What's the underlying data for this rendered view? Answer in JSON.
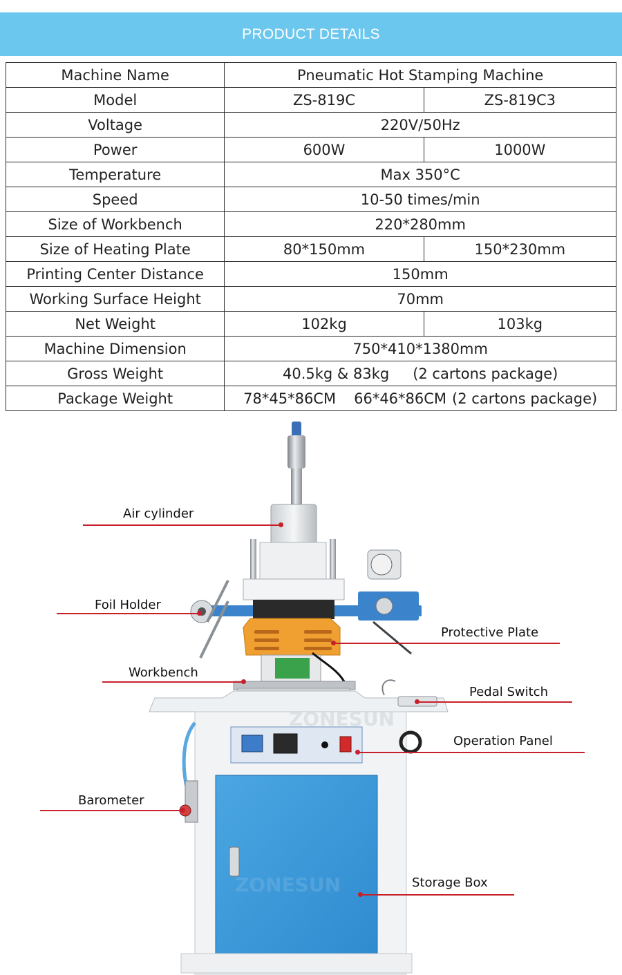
{
  "header": {
    "title": "PRODUCT DETAILS"
  },
  "specs": {
    "machine_name": {
      "label": "Machine Name",
      "value": "Pneumatic Hot Stamping Machine"
    },
    "model": {
      "label": "Model",
      "a": "ZS-819C",
      "b": "ZS-819C3"
    },
    "voltage": {
      "label": "Voltage",
      "value": "220V/50Hz"
    },
    "power": {
      "label": "Power",
      "a": "600W",
      "b": "1000W"
    },
    "temperature": {
      "label": "Temperature",
      "value": "Max 350°C"
    },
    "speed": {
      "label": "Speed",
      "value": "10-50 times/min"
    },
    "workbench": {
      "label": "Size of Workbench",
      "value": "220*280mm"
    },
    "heating_plate": {
      "label": "Size of Heating Plate",
      "a": "80*150mm",
      "b": "150*230mm"
    },
    "center_distance": {
      "label": "Printing Center Distance",
      "value": "150mm"
    },
    "surface_height": {
      "label": "Working Surface Height",
      "value": "70mm"
    },
    "net_weight": {
      "label": "Net Weight",
      "a": "102kg",
      "b": "103kg"
    },
    "dimension": {
      "label": "Machine Dimension",
      "value": "750*410*1380mm"
    },
    "gross_weight": {
      "label": "Gross Weight",
      "value": "40.5kg & 83kg",
      "note": "(2 cartons package)"
    },
    "package_weight": {
      "label": "Package Weight",
      "value_a": "78*45*86CM",
      "value_b": "66*46*86CM",
      "note": "(2 cartons package)"
    }
  },
  "callouts": {
    "air_cylinder": "Air cylinder",
    "foil_holder": "Foil Holder",
    "workbench": "Workbench",
    "barometer": "Barometer",
    "protective_plate": "Protective Plate",
    "pedal_switch": "Pedal Switch",
    "operation_panel": "Operation Panel",
    "storage_box": "Storage Box"
  },
  "watermark": "ZONESUN",
  "colors": {
    "banner": "#6cc7ee",
    "callout": "#c8202a",
    "cabinet_door": "#3d9ad8",
    "foil_arm": "#3b84cc",
    "protective_plate": "#f0a030"
  }
}
